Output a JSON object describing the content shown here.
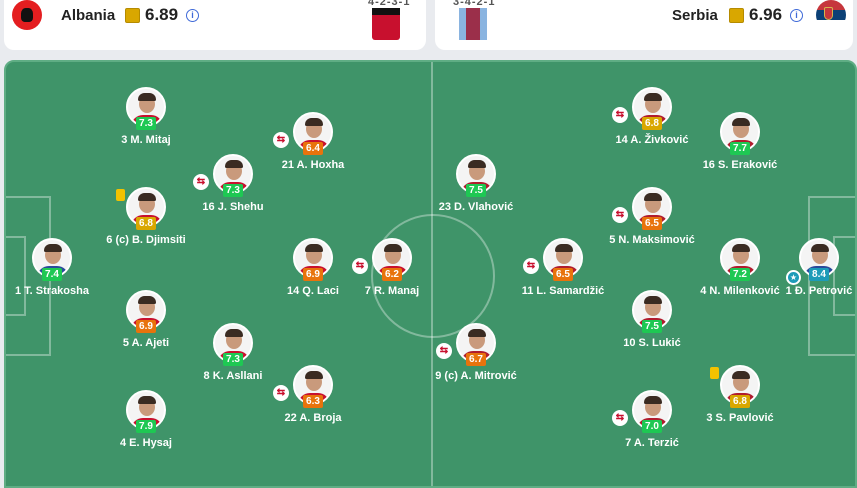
{
  "home": {
    "name": "Albania",
    "rating": "6.89",
    "formation": "4-2-3-1",
    "colors": {
      "flag": "#e41e20",
      "kit": "#c8102e"
    }
  },
  "away": {
    "name": "Serbia",
    "rating": "6.96",
    "formation": "3-4-2-1",
    "colors": {
      "flag": "#c6363c",
      "kit": "#9b2f4a"
    }
  },
  "rating_colors": {
    "green": "#1ec853",
    "yellow": "#d9a700",
    "orange": "#e8730c",
    "teal": "#1d9bb8"
  },
  "players": [
    {
      "id": "strakosha",
      "label": "1 T. Strakosha",
      "rating": "7.4",
      "level": "green"
    },
    {
      "id": "mitaj",
      "label": "3 M. Mitaj",
      "rating": "7.3",
      "level": "green"
    },
    {
      "id": "djimsiti",
      "label": "6 (c) B. Djimsiti",
      "rating": "6.8",
      "level": "yellow",
      "card": true
    },
    {
      "id": "ajeti",
      "label": "5 A. Ajeti",
      "rating": "6.9",
      "level": "orange"
    },
    {
      "id": "hysaj",
      "label": "4 E. Hysaj",
      "rating": "7.9",
      "level": "green"
    },
    {
      "id": "shehu",
      "label": "16 J. Shehu",
      "rating": "7.3",
      "level": "green",
      "sub": true
    },
    {
      "id": "asllani",
      "label": "8 K. Asllani",
      "rating": "7.3",
      "level": "green"
    },
    {
      "id": "hoxha",
      "label": "21 A. Hoxha",
      "rating": "6.4",
      "level": "orange",
      "sub": true
    },
    {
      "id": "laci",
      "label": "14 Q. Laci",
      "rating": "6.9",
      "level": "orange"
    },
    {
      "id": "broja",
      "label": "22 A. Broja",
      "rating": "6.3",
      "level": "orange",
      "sub": true
    },
    {
      "id": "manaj",
      "label": "7 R. Manaj",
      "rating": "6.2",
      "level": "orange",
      "sub": true
    },
    {
      "id": "vlahovic",
      "label": "23 D. Vlahović",
      "rating": "7.5",
      "level": "green"
    },
    {
      "id": "mitrovic",
      "label": "9 (c) A. Mitrović",
      "rating": "6.7",
      "level": "orange",
      "sub": true
    },
    {
      "id": "samardzic",
      "label": "11 L. Samardžić",
      "rating": "6.5",
      "level": "orange",
      "sub": true
    },
    {
      "id": "maksimovic",
      "label": "5 N. Maksimović",
      "rating": "6.5",
      "level": "orange",
      "sub": true
    },
    {
      "id": "lukic",
      "label": "10 S. Lukić",
      "rating": "7.5",
      "level": "green"
    },
    {
      "id": "zivkovic",
      "label": "14 A. Živković",
      "rating": "6.8",
      "level": "yellow",
      "sub": true
    },
    {
      "id": "terzic",
      "label": "7 A. Terzić",
      "rating": "7.0",
      "level": "green",
      "sub": true
    },
    {
      "id": "erakovic",
      "label": "16 S. Eraković",
      "rating": "7.7",
      "level": "green"
    },
    {
      "id": "milenkovic",
      "label": "4 N. Milenković",
      "rating": "7.2",
      "level": "green"
    },
    {
      "id": "pavlovic",
      "label": "3 S. Pavlović",
      "rating": "6.8",
      "level": "yellow",
      "card": true
    },
    {
      "id": "petrovic",
      "label": "1 Đ. Petrović",
      "rating": "8.4",
      "level": "teal",
      "star": true
    }
  ]
}
